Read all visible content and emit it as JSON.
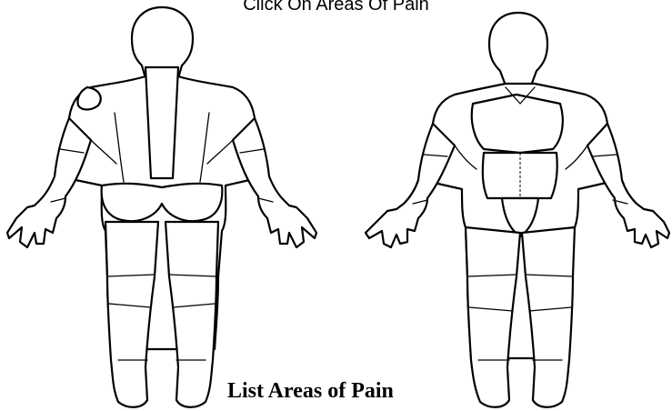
{
  "header": {
    "title": "Click On Areas Of Pain"
  },
  "body_map": {
    "back_view": "back-body-figure",
    "front_view": "front-body-figure"
  },
  "footer": {
    "label": "List Areas of Pain"
  }
}
